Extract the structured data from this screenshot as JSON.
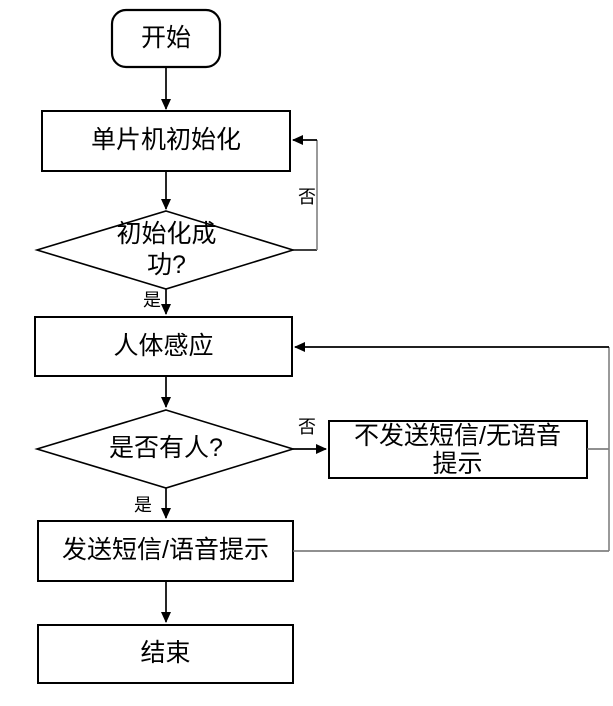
{
  "diagram": {
    "background": "#ffffff",
    "nodes": {
      "start": {
        "label": "开始",
        "type": "terminator"
      },
      "mcu_init": {
        "label": "单片机初始化",
        "type": "process"
      },
      "init_success": {
        "label": "初始化成功?",
        "type": "decision"
      },
      "human_sense": {
        "label": "人体感应",
        "type": "process"
      },
      "person_check": {
        "label": "是否有人?",
        "type": "decision"
      },
      "no_send": {
        "label": "不发送短信/无语音提示",
        "type": "process"
      },
      "send": {
        "label": "发送短信/语音提示",
        "type": "process"
      },
      "end": {
        "label": "结束",
        "type": "process"
      }
    },
    "edge_labels": {
      "init_no": "否",
      "init_yes": "是",
      "person_no": "否",
      "person_yes": "是"
    },
    "colors": {
      "node_stroke": "#000000",
      "connector": "#000000",
      "connector_gray": "#808080",
      "node_fill": "#ffffff"
    }
  }
}
